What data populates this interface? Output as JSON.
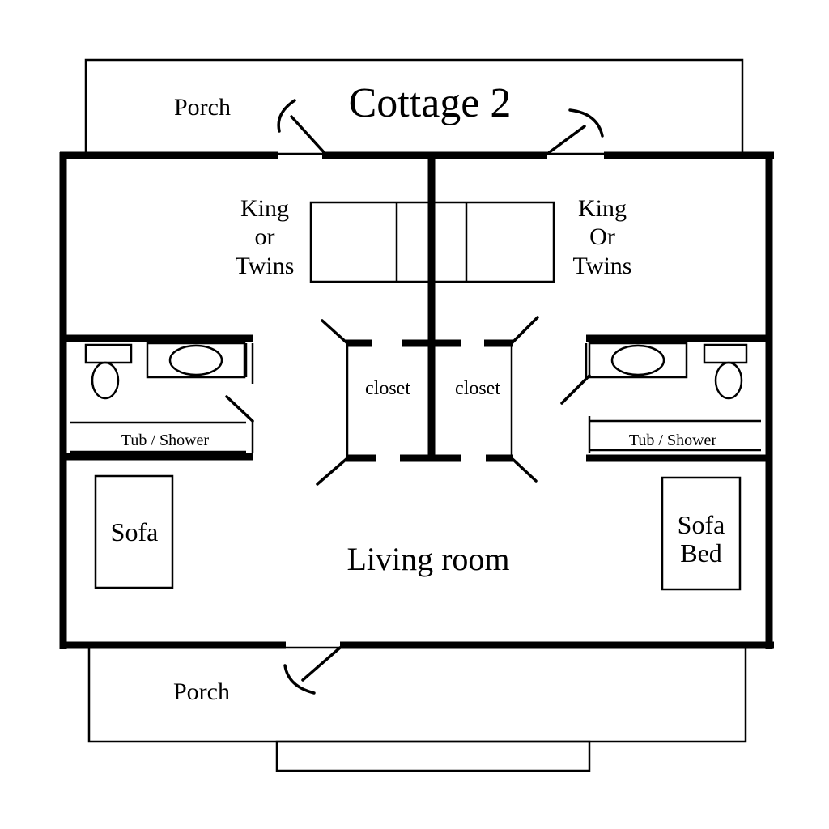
{
  "title": "Cottage 2",
  "porch_top": "Porch",
  "porch_bottom": "Porch",
  "bed_left": [
    "King",
    "or",
    "Twins"
  ],
  "bed_right": [
    "King",
    "Or",
    "Twins"
  ],
  "closet_left": "closet",
  "closet_right": "closet",
  "bath_left": "Tub / Shower",
  "bath_right": "Tub / Shower",
  "sofa_left": "Sofa",
  "sofa_bed": [
    "Sofa",
    "Bed"
  ],
  "living_room": "Living room"
}
